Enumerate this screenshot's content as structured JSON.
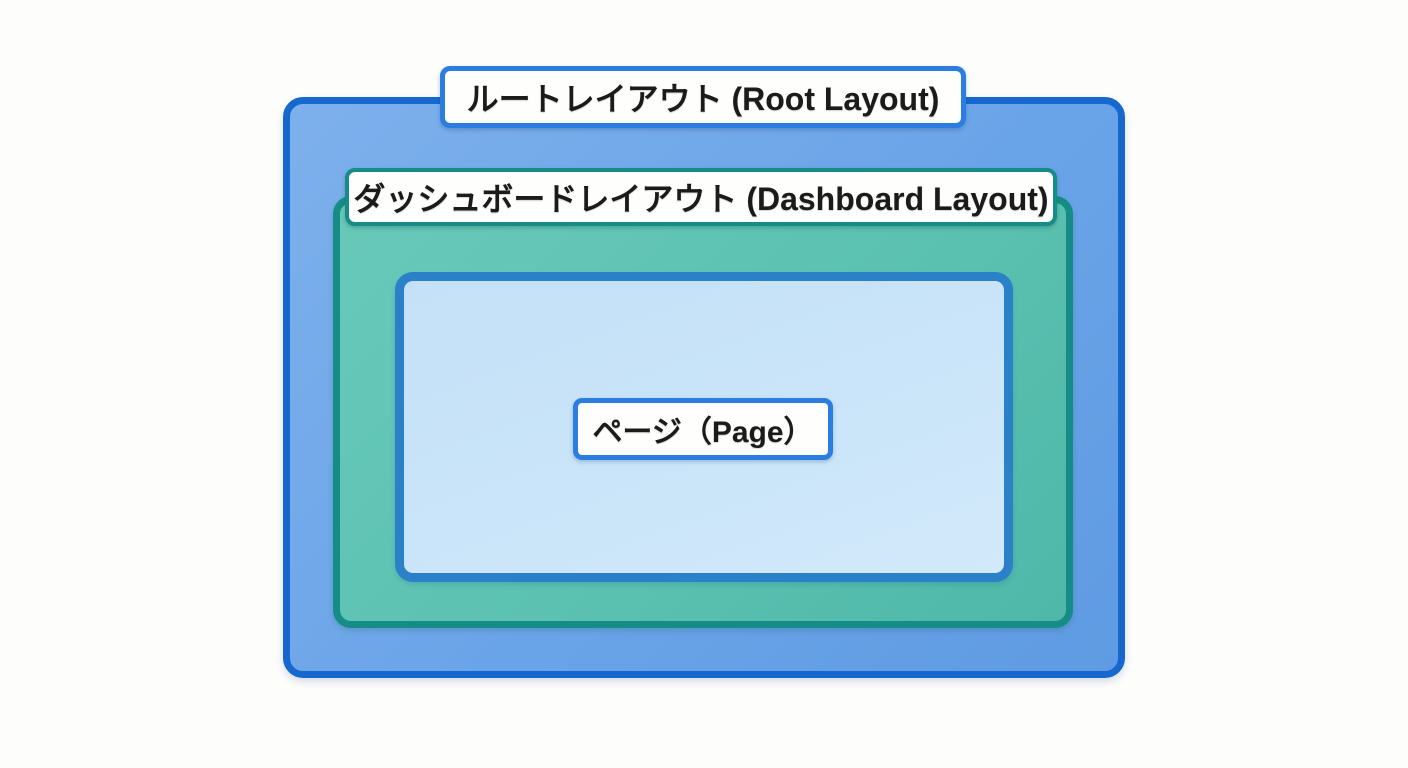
{
  "diagram": {
    "title": "Nested layout structure diagram",
    "root_layout": {
      "label": "ルートレイアウト (Root Layout)"
    },
    "dashboard_layout": {
      "label": "ダッシュボードレイアウト (Dashboard Layout)"
    },
    "page": {
      "label": "ページ（Page）"
    }
  },
  "colors": {
    "root-fill": "#6aa4e8",
    "root-fill-light": "#7db0ec",
    "root-border": "#1668cf",
    "dash-fill": "#5ac0b0",
    "dash-fill-light": "#68c9b9",
    "dash-border": "#158c85",
    "page-fill": "#c4e1f8",
    "page-border": "#2b81c7",
    "label-blue-border": "#2b7de0",
    "background": "#fdfdfb",
    "label-text": "#1b1b1b"
  }
}
